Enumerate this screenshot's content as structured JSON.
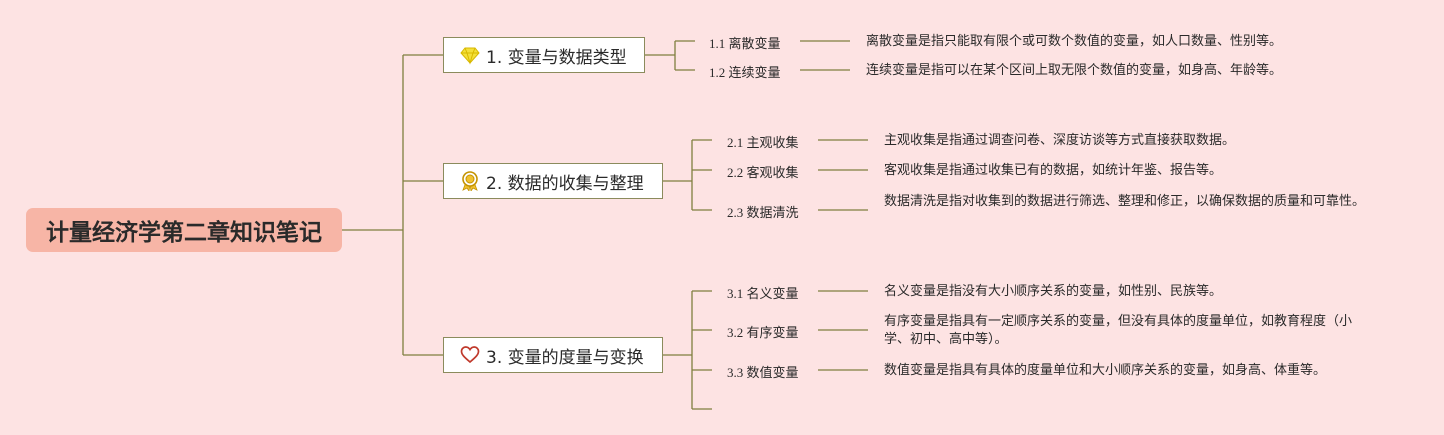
{
  "root": {
    "label": "计量经济学第二章知识笔记"
  },
  "branches": [
    {
      "label": "1. 变量与数据类型",
      "icon": "diamond-icon",
      "children": [
        {
          "label": "1.1 离散变量",
          "desc": "离散变量是指只能取有限个或可数个数值的变量，如人口数量、性别等。"
        },
        {
          "label": "1.2 连续变量",
          "desc": "连续变量是指可以在某个区间上取无限个数值的变量，如身高、年龄等。"
        }
      ]
    },
    {
      "label": "2. 数据的收集与整理",
      "icon": "award-ribbon-icon",
      "children": [
        {
          "label": "2.1 主观收集",
          "desc": "主观收集是指通过调查问卷、深度访谈等方式直接获取数据。"
        },
        {
          "label": "2.2 客观收集",
          "desc": "客观收集是指通过收集已有的数据，如统计年鉴、报告等。"
        },
        {
          "label": "2.3 数据清洗",
          "desc": "数据清洗是指对收集到的数据进行筛选、整理和修正，以确保数据的质量和可靠性。"
        }
      ]
    },
    {
      "label": "3. 变量的度量与变换",
      "icon": "heart-outline-icon",
      "children": [
        {
          "label": "3.1 名义变量",
          "desc": "名义变量是指没有大小顺序关系的变量，如性别、民族等。"
        },
        {
          "label": "3.2 有序变量",
          "desc": "有序变量是指具有一定顺序关系的变量，但没有具体的度量单位，如教育程度（小学、初中、高中等）。"
        },
        {
          "label": "3.3 数值变量",
          "desc": "数值变量是指具有具体的度量单位和大小顺序关系的变量，如身高、体重等。"
        }
      ]
    }
  ],
  "colors": {
    "background": "#fde3e3",
    "root_fill": "#f7b5a6",
    "connector": "#7f7f3f",
    "branch_border": "#8b8b5c",
    "diamond": "#f4e03a",
    "award": "#e8b820",
    "heart": "#c0392b"
  }
}
